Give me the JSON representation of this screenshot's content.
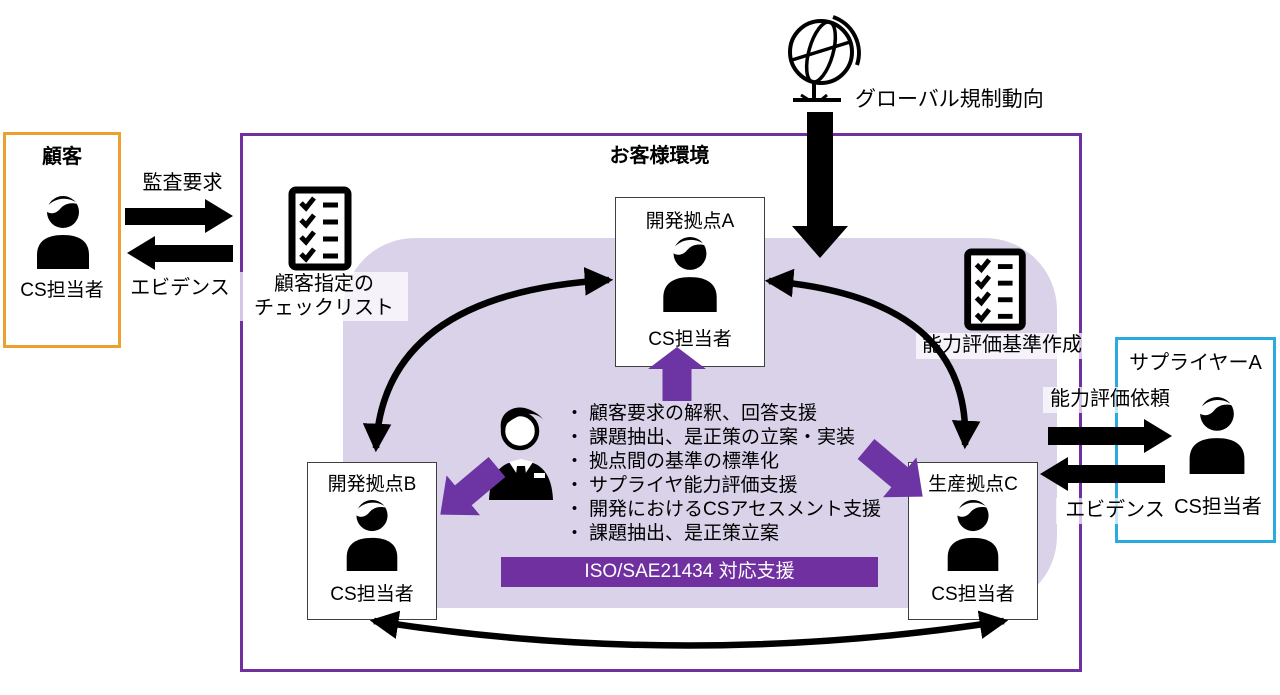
{
  "palette": {
    "purple": "#7030A0",
    "light_purple": "#D9D2E9",
    "orange": "#ED9F2F",
    "blue": "#2BAAE1",
    "black": "#000000"
  },
  "global_trend": {
    "label": "グローバル規制動向"
  },
  "customer": {
    "title": "顧客",
    "person": "CS担当者"
  },
  "customer_flows": {
    "to_env": "監査要求",
    "from_env": "エビデンス"
  },
  "environment": {
    "title": "お客様環境",
    "checklist_left": {
      "line1": "顧客指定の",
      "line2": "チェックリスト"
    },
    "checklist_right": {
      "label": "能力評価基準作成"
    },
    "sites": [
      {
        "title": "開発拠点A",
        "person": "CS担当者"
      },
      {
        "title": "開発拠点B",
        "person": "CS担当者"
      },
      {
        "title": "生産拠点C",
        "person": "CS担当者"
      }
    ],
    "support_items": [
      "顧客要求の解釈、回答支援",
      "課題抽出、是正策の立案・実装",
      "拠点間の基準の標準化",
      "サプライヤ能力評価支援",
      "開発におけるCSアセスメント支援",
      "課題抽出、是正策立案"
    ],
    "banner": "ISO/SAE21434 対応支援"
  },
  "supplier": {
    "title": "サプライヤーA",
    "person": "CS担当者"
  },
  "supplier_flows": {
    "request": "能力評価依頼",
    "evidence": "エビデンス"
  }
}
